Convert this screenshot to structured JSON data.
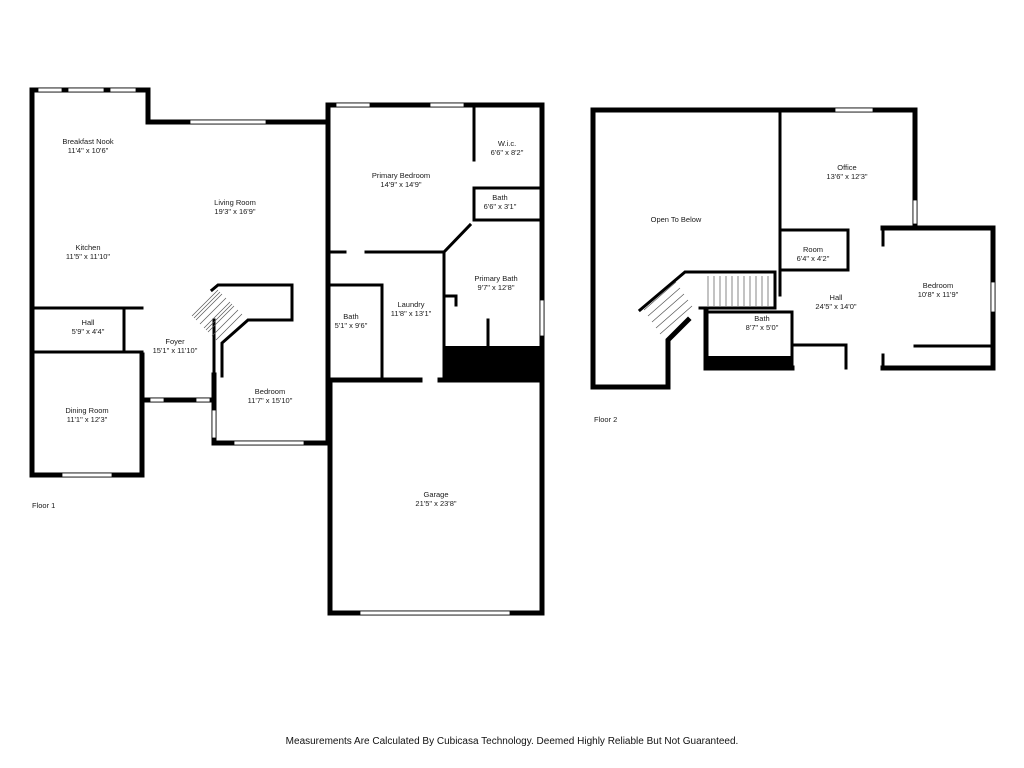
{
  "floor1": {
    "label": "Floor 1",
    "rooms": [
      {
        "name": "Breakfast Nook",
        "dims": "11'4\" x 10'6\""
      },
      {
        "name": "Living Room",
        "dims": "19'3\" x 16'9\""
      },
      {
        "name": "Primary Bedroom",
        "dims": "14'9\" x 14'9\""
      },
      {
        "name": "W.i.c.",
        "dims": "6'6\" x 8'2\""
      },
      {
        "name": "Bath",
        "dims": "6'6\" x 3'1\""
      },
      {
        "name": "Kitchen",
        "dims": "11'5\" x 11'10\""
      },
      {
        "name": "Primary Bath",
        "dims": "9'7\" x 12'8\""
      },
      {
        "name": "Hall",
        "dims": "5'9\" x 4'4\""
      },
      {
        "name": "Laundry",
        "dims": "11'8\" x 13'1\""
      },
      {
        "name": "Bath",
        "dims": "5'1\" x 9'6\""
      },
      {
        "name": "Foyer",
        "dims": "15'1\" x 11'10\""
      },
      {
        "name": "Bedroom",
        "dims": "11'7\" x 15'10\""
      },
      {
        "name": "Dining Room",
        "dims": "11'1\" x 12'3\""
      },
      {
        "name": "Garage",
        "dims": "21'5\" x 23'8\""
      }
    ]
  },
  "floor2": {
    "label": "Floor 2",
    "rooms": [
      {
        "name": "Open To Below",
        "dims": ""
      },
      {
        "name": "Office",
        "dims": "13'6\" x 12'3\""
      },
      {
        "name": "Room",
        "dims": "6'4\" x 4'2\""
      },
      {
        "name": "Bedroom",
        "dims": "10'8\" x 11'9\""
      },
      {
        "name": "Hall",
        "dims": "24'5\" x 14'0\""
      },
      {
        "name": "Bath",
        "dims": "8'7\" x 5'0\""
      }
    ]
  },
  "disclaimer": "Measurements Are Calculated By Cubicasa Technology. Deemed Highly Reliable But Not Guaranteed."
}
